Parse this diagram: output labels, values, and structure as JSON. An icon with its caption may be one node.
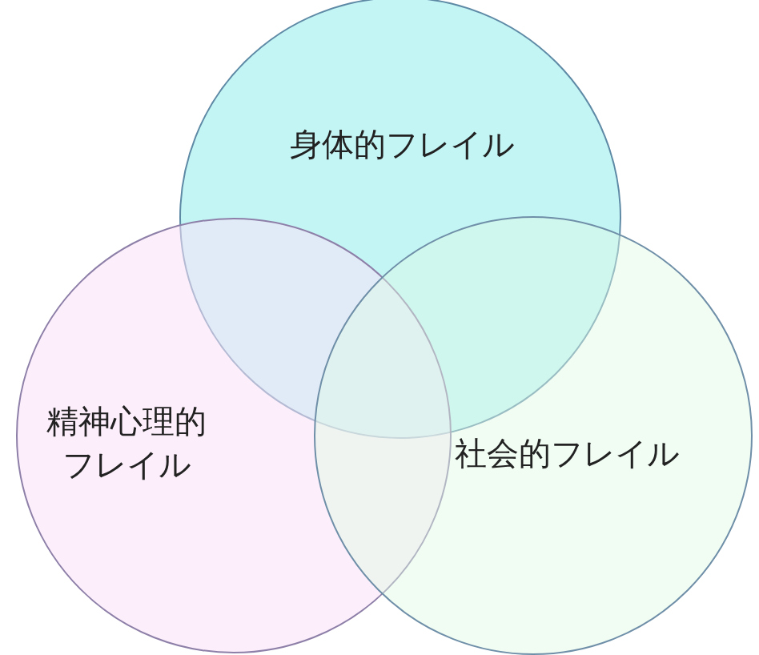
{
  "diagram": {
    "nodes": [
      {
        "text": [
          "身体的フレイル"
        ]
      },
      {
        "text": [
          "精神心理的フレイル"
        ]
      },
      {
        "text": [
          "社会的フレイル"
        ]
      }
    ]
  }
}
